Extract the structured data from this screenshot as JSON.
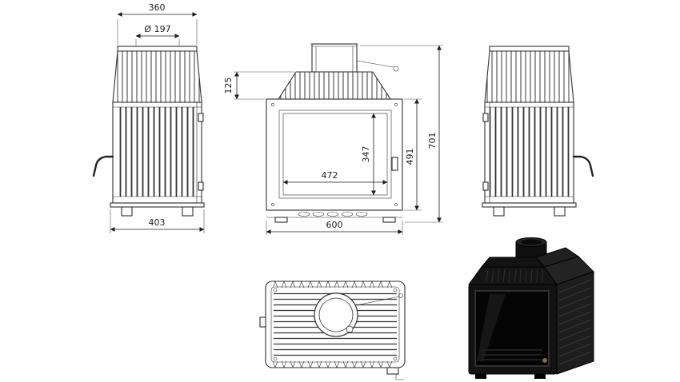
{
  "drawing": {
    "background": "#ffffff",
    "line_color": "#2f2f2f",
    "dim_color": "#1c1c1c",
    "views": {
      "side_left": {
        "top_width": "360",
        "flue_diameter": "Ø 197",
        "base_depth": "403"
      },
      "front": {
        "hood_height": "125",
        "glass_height": "347",
        "glass_width": "472",
        "door_height": "491",
        "total_height": "701",
        "total_width": "600"
      }
    },
    "render": {
      "body_color": "#121212",
      "knob_color": "#8a6d33"
    }
  }
}
